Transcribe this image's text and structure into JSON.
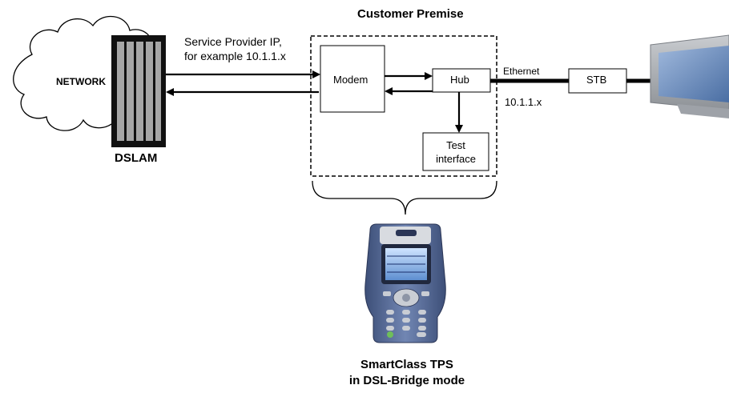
{
  "premise": {
    "title": "Customer Premise"
  },
  "network": {
    "label": "NETWORK"
  },
  "dslam": {
    "label": "DSLAM"
  },
  "provider_ip": {
    "line1": "Service Provider IP,",
    "line2": "for example 10.1.1.x"
  },
  "modem": {
    "label": "Modem"
  },
  "hub": {
    "label": "Hub"
  },
  "test_interface": {
    "line1": "Test",
    "line2": "interface"
  },
  "ethernet": {
    "label": "Ethernet",
    "address": "10.1.1.x"
  },
  "stb": {
    "label": "STB"
  },
  "device": {
    "line1": "SmartClass TPS",
    "line2": "in DSL-Bridge mode"
  },
  "colors": {
    "line": "#000000",
    "dslam_fill": "#a6a6a6",
    "tv_screen": "#6b8fc0",
    "device_body": "#5a6f9a"
  },
  "icons": [
    "cloud-icon",
    "dslam-rack-icon",
    "tv-monitor-icon",
    "handheld-tester-icon"
  ]
}
